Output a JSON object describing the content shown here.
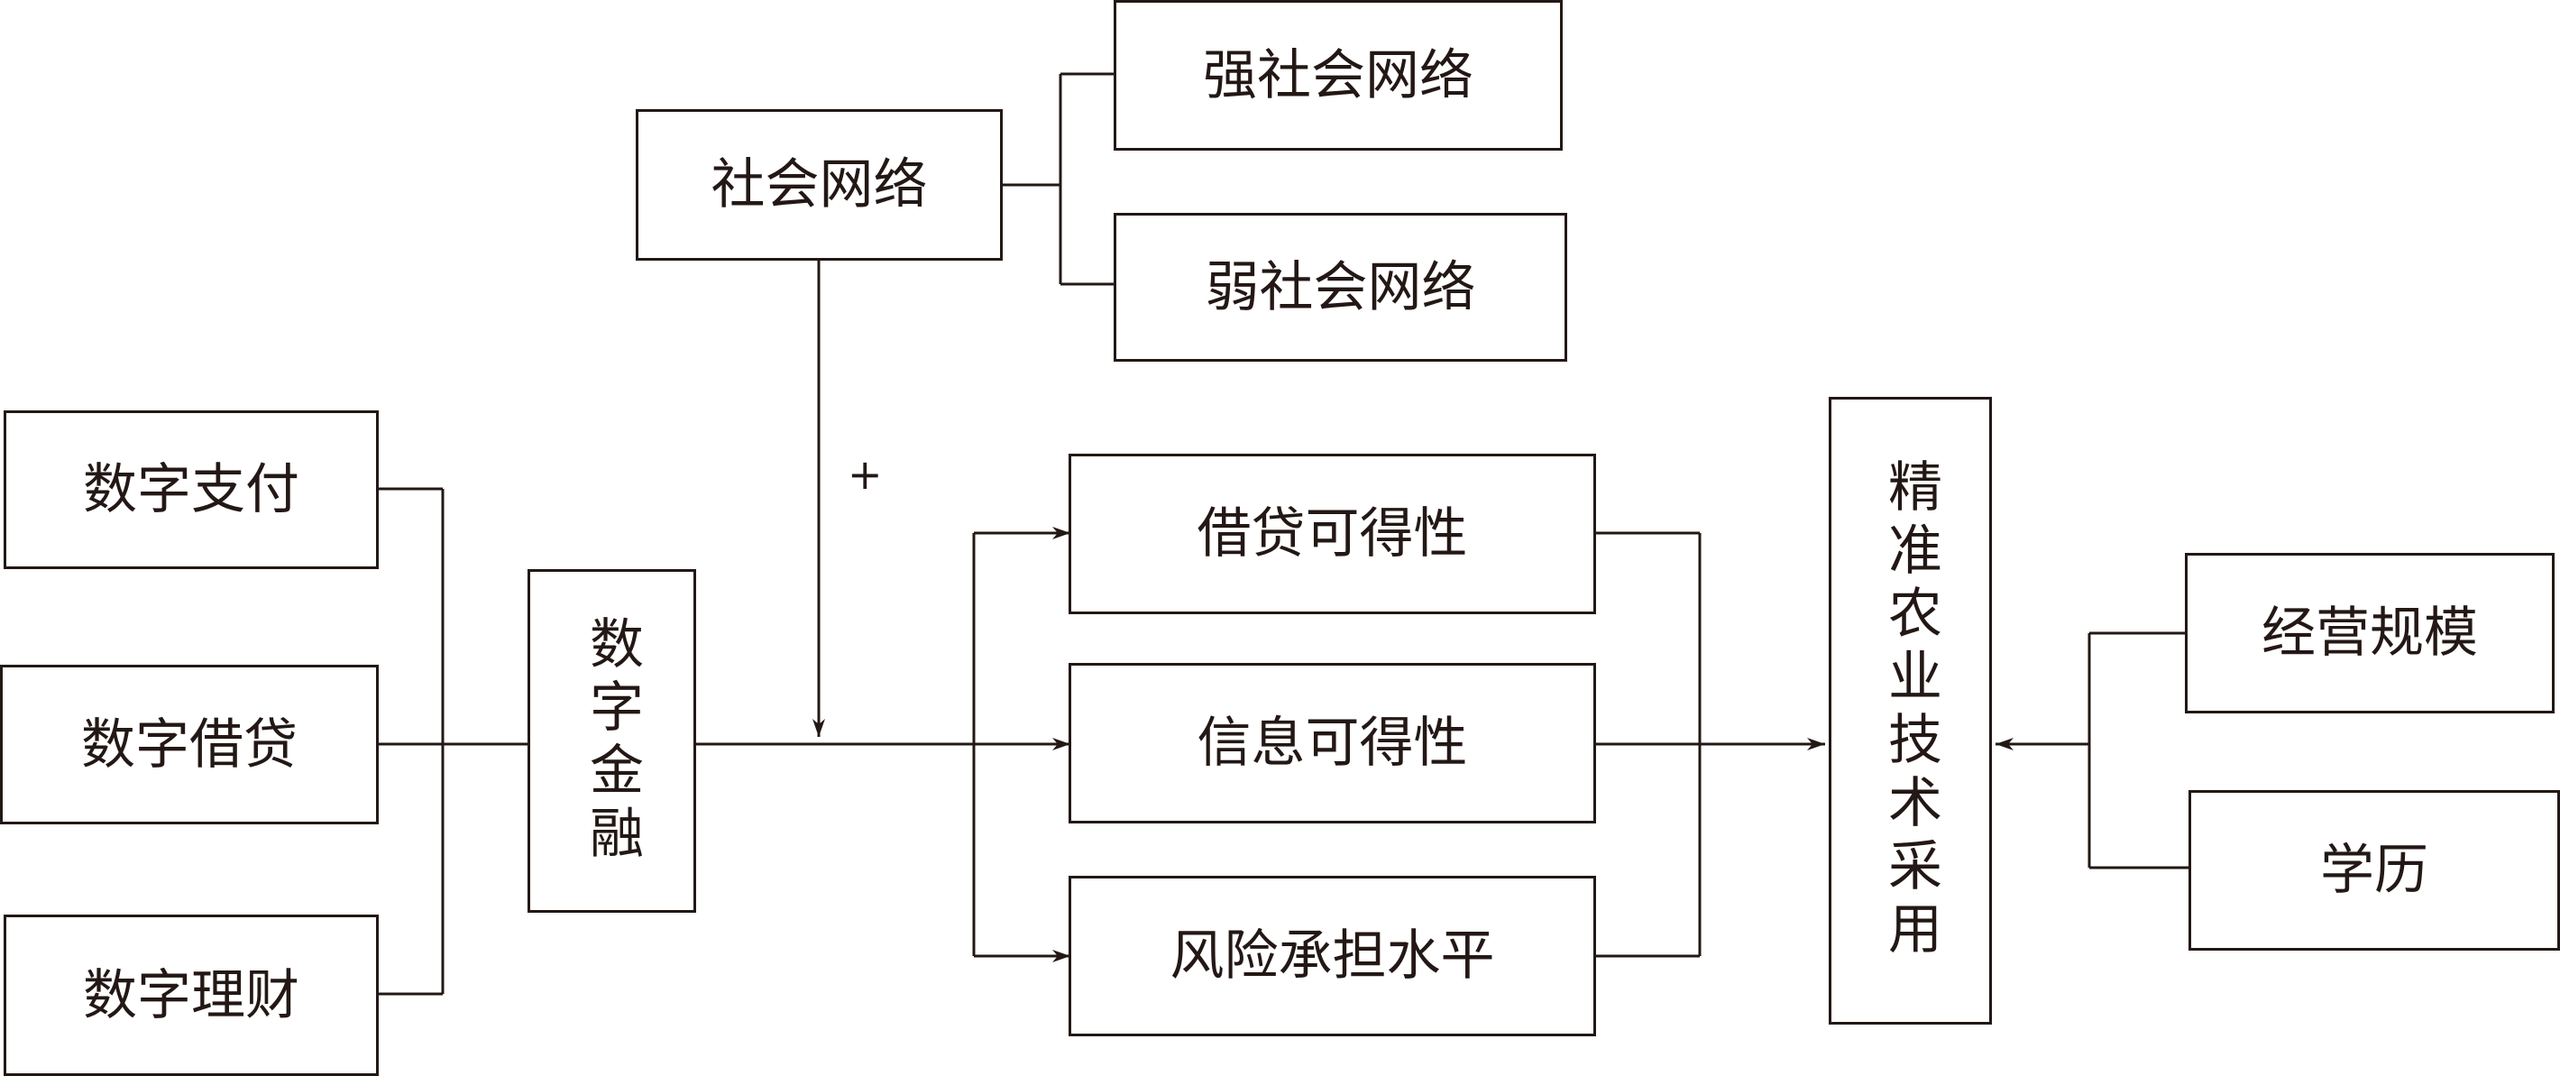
{
  "social_network": {
    "main": "社会网络",
    "strong": "强社会网络",
    "weak": "弱社会网络"
  },
  "digital_finance": {
    "main": "数字金融",
    "components": [
      "数字支付",
      "数字借贷",
      "数字理财"
    ]
  },
  "moderation_sign": "+",
  "mechanisms": [
    "借贷可得性",
    "信息可得性",
    "风险承担水平"
  ],
  "outcome": "精准农业技术采用",
  "controls": [
    "经营规模",
    "学历"
  ],
  "colors": {
    "line": "#231815",
    "background": "#ffffff"
  }
}
